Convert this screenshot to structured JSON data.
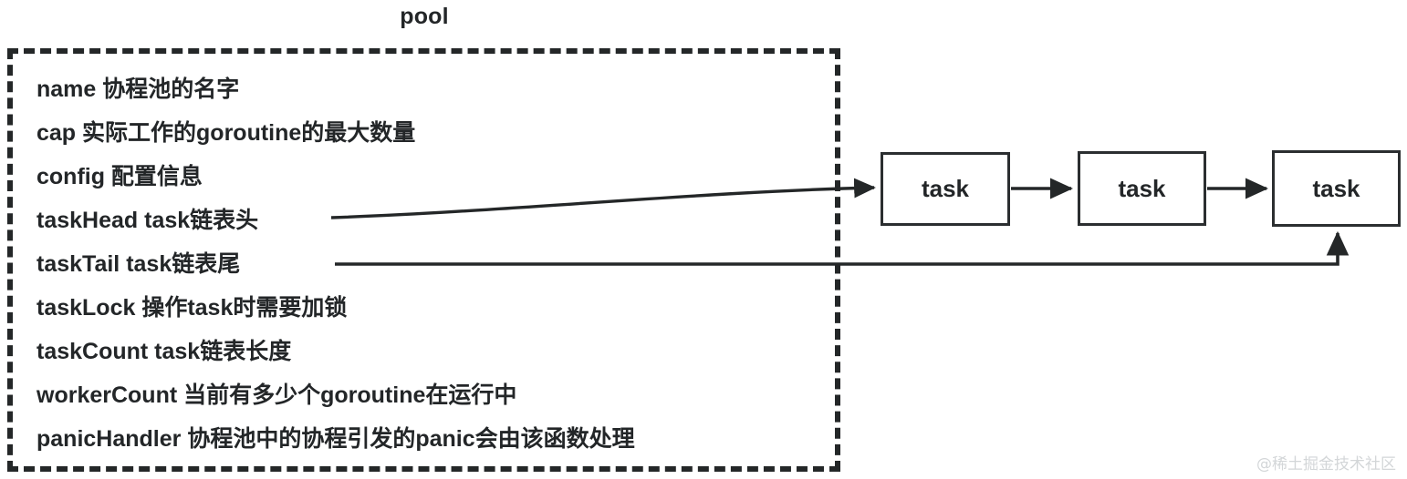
{
  "diagram": {
    "title": "pool",
    "watermark": "@稀土掘金技术社区",
    "colors": {
      "stroke": "#242728",
      "text": "#232628",
      "box_border": "#2b2e30",
      "background": "#ffffff",
      "watermark": "#d3d6d8"
    }
  },
  "pool": {
    "fields": [
      {
        "name": "name",
        "desc": "协程池的名字",
        "text": "name 协程池的名字"
      },
      {
        "name": "cap",
        "desc": "实际工作的goroutine的最大数量",
        "text": "cap 实际工作的goroutine的最大数量"
      },
      {
        "name": "config",
        "desc": "配置信息",
        "text": "config 配置信息"
      },
      {
        "name": "taskHead",
        "desc": "task链表头",
        "text": "taskHead task链表头"
      },
      {
        "name": "taskTail",
        "desc": "task链表尾",
        "text": "taskTail task链表尾"
      },
      {
        "name": "taskLock",
        "desc": "操作task时需要加锁",
        "text": "taskLock 操作task时需要加锁"
      },
      {
        "name": "taskCount",
        "desc": "task链表长度",
        "text": "taskCount task链表长度"
      },
      {
        "name": "workerCount",
        "desc": "当前有多少个goroutine在运行中",
        "text": "workerCount 当前有多少个goroutine在运行中"
      },
      {
        "name": "panicHandler",
        "desc": "协程池中的协程引发的panic会由该函数处理",
        "text": "panicHandler 协程池中的协程引发的panic会由该函数处理"
      }
    ]
  },
  "task_list": {
    "nodes": [
      {
        "label": "task"
      },
      {
        "label": "task"
      },
      {
        "label": "task"
      }
    ],
    "links": [
      {
        "from": "taskHead",
        "to": "task-node-0",
        "kind": "curved-pointer"
      },
      {
        "from": "task-node-0",
        "to": "task-node-1",
        "kind": "next"
      },
      {
        "from": "task-node-1",
        "to": "task-node-2",
        "kind": "next"
      },
      {
        "from": "taskTail",
        "to": "task-node-2",
        "kind": "elbow-pointer"
      }
    ]
  }
}
